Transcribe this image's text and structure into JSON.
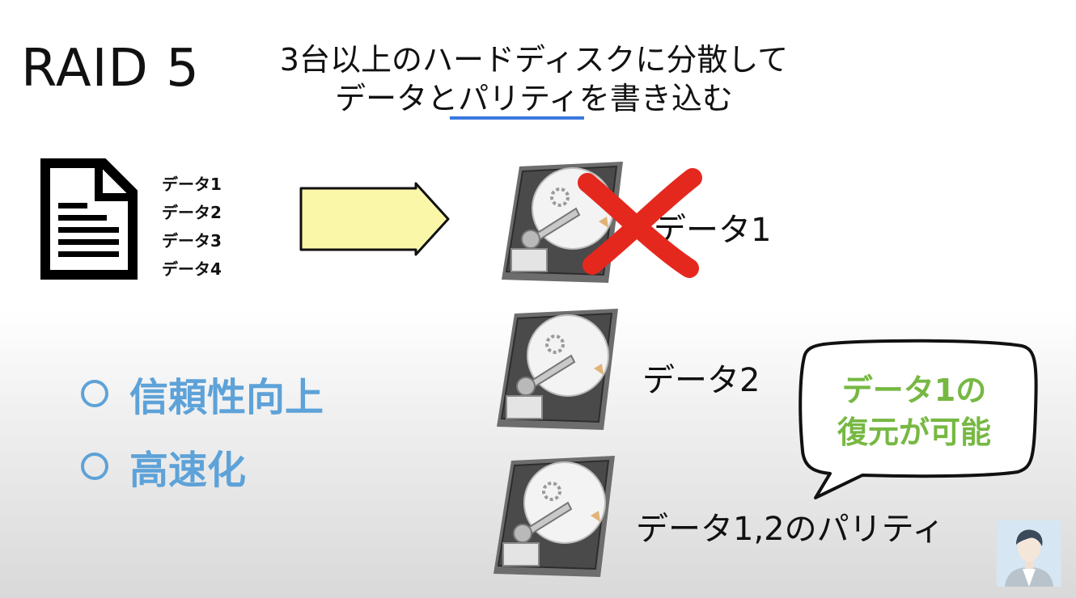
{
  "title": "RAID 5",
  "subtitle": {
    "line1": "3台以上のハードディスクに分散して",
    "line2_pre": "データと",
    "line2_underlined": "パリティ",
    "line2_post": "を書き込む"
  },
  "file_data": [
    "データ1",
    "データ2",
    "データ3",
    "データ4"
  ],
  "disks": [
    {
      "label": "データ1",
      "failed": true
    },
    {
      "label": "データ2",
      "failed": false
    },
    {
      "label": "データ1,2のパリティ",
      "failed": false
    }
  ],
  "benefits": [
    "信頼性向上",
    "高速化"
  ],
  "bubble": {
    "line1": "データ1の",
    "line2": "復元が可能"
  },
  "colors": {
    "accent_blue": "#5da2d8",
    "underline_blue": "#3a78e0",
    "bubble_green": "#77b843",
    "cross_red": "#e5281e",
    "arrow_yellow": "#fbf7a8"
  },
  "icons": [
    "document-icon",
    "arrow-right-icon",
    "hard-disk-icon",
    "cross-icon",
    "speech-bubble-icon",
    "avatar"
  ]
}
